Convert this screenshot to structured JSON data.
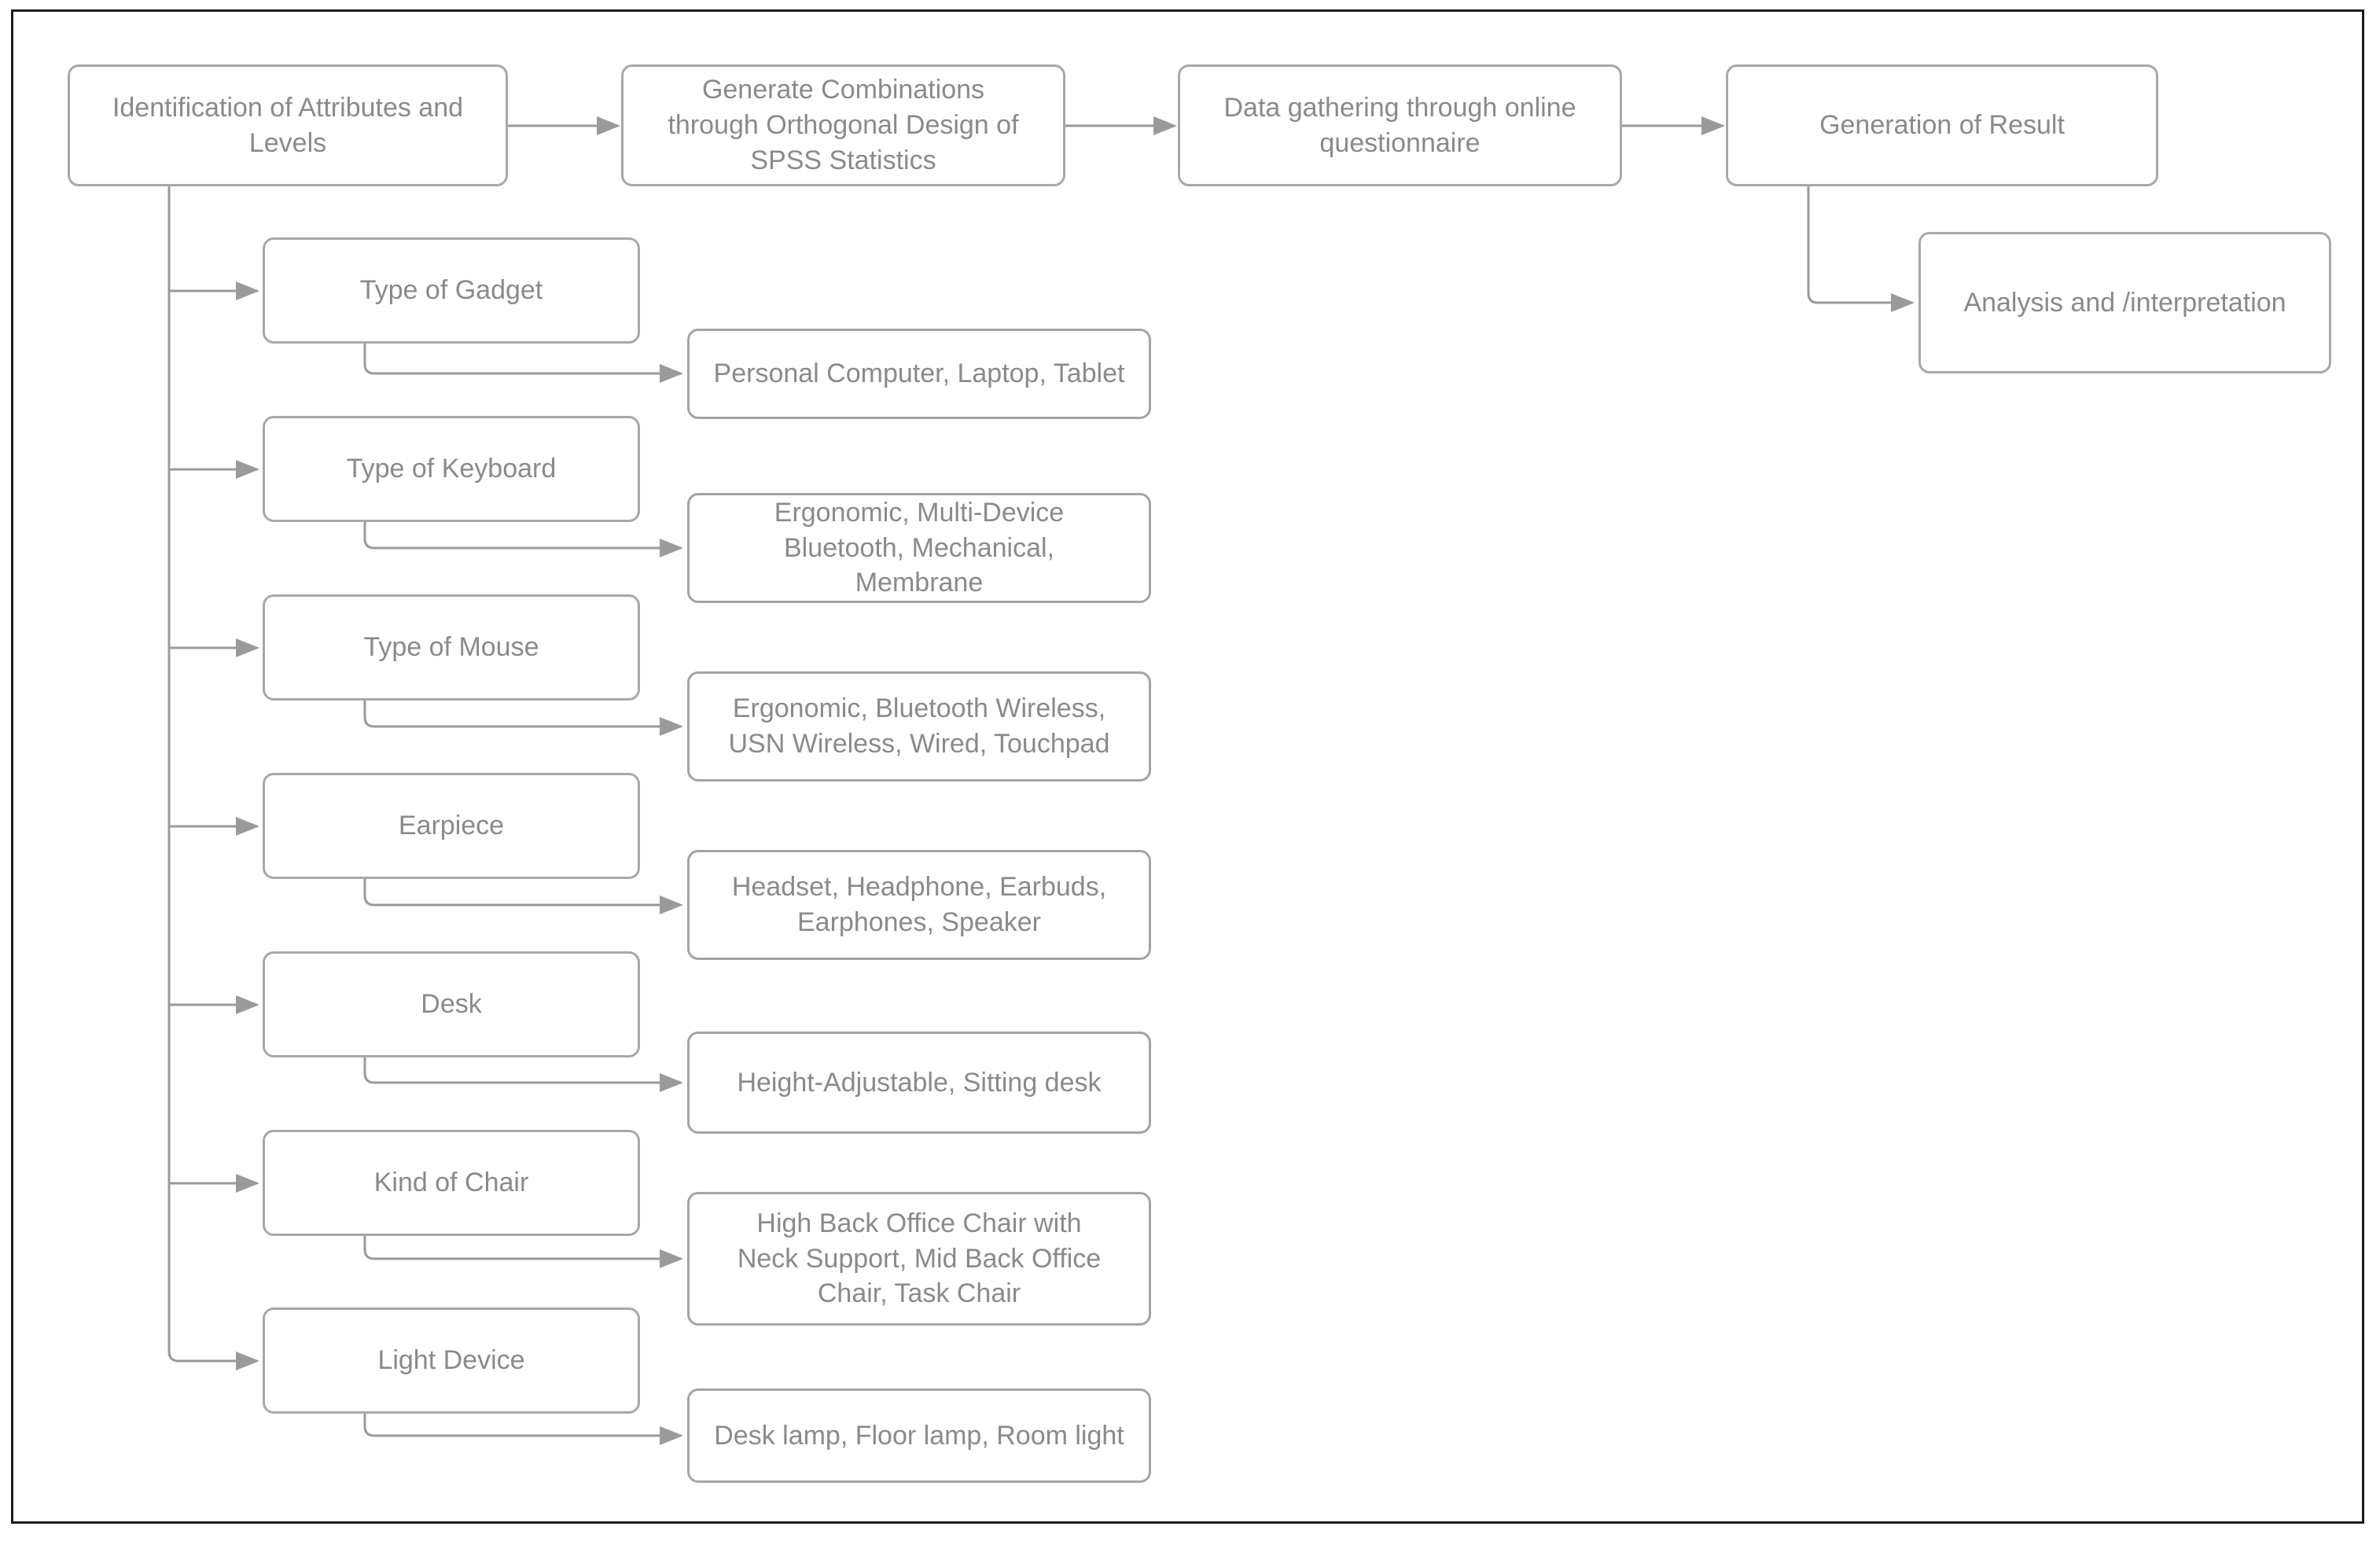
{
  "diagram": {
    "title_hint": "Research procedure flowchart",
    "flow_steps": [
      {
        "label": "Identification of Attributes and Levels"
      },
      {
        "label": "Generate Combinations through Orthogonal Design of SPSS Statistics"
      },
      {
        "label": "Data gathering through online questionnaire"
      },
      {
        "label": "Generation of Result"
      },
      {
        "label": "Analysis and /interpretation"
      }
    ],
    "attributes": [
      {
        "name": "Type of Gadget",
        "levels": "Personal Computer, Laptop, Tablet"
      },
      {
        "name": "Type of Keyboard",
        "levels": "Ergonomic, Multi-Device Bluetooth, Mechanical, Membrane"
      },
      {
        "name": "Type of Mouse",
        "levels": "Ergonomic, Bluetooth Wireless, USN Wireless, Wired, Touchpad"
      },
      {
        "name": "Earpiece",
        "levels": "Headset, Headphone, Earbuds, Earphones, Speaker"
      },
      {
        "name": "Desk",
        "levels": "Height-Adjustable, Sitting desk"
      },
      {
        "name": "Kind of Chair",
        "levels": "High Back Office Chair with Neck Support, Mid Back Office Chair, Task Chair"
      },
      {
        "name": "Light Device",
        "levels": "Desk lamp, Floor lamp, Room light"
      }
    ],
    "colors": {
      "background": "#ffffff",
      "frame_border": "#1c1c1c",
      "box_border": "#a8a8a8",
      "text": "#8a8a8a",
      "connector": "#9a9a9a"
    }
  }
}
